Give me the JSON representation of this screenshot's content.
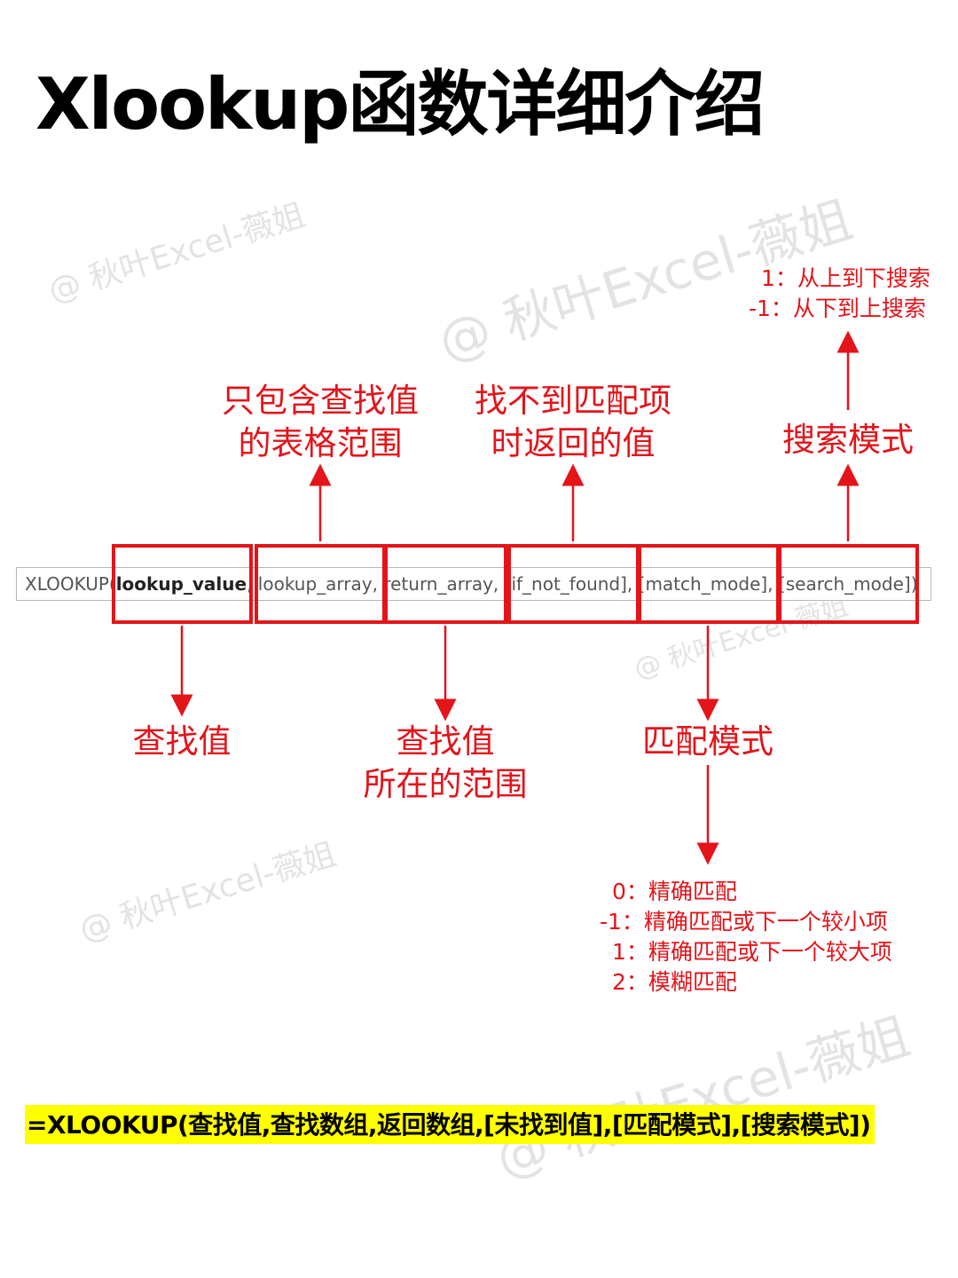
{
  "title": "Xlookup函数详细介绍",
  "watermark": "@ 秋叶Excel-薇姐",
  "formula_bar": {
    "prefix": "XLOOKUP(",
    "lookup_value": "lookup_value",
    "rest": ", lookup_array, return_array, [if_not_found], [match_mode], [search_mode])"
  },
  "labels": {
    "lookup_value": "查找值",
    "lookup_array": [
      "只包含查找值",
      "的表格范围"
    ],
    "return_array": [
      "查找值",
      "所在的范围"
    ],
    "if_not_found": [
      "找不到匹配项",
      "时返回的值"
    ],
    "match_mode": "匹配模式",
    "search_mode": "搜索模式"
  },
  "search_mode_options": [
    "1：从上到下搜索",
    "-1：从下到上搜索"
  ],
  "match_mode_options": [
    "0：精确匹配",
    "-1：精确匹配或下一个较小项",
    "1：精确匹配或下一个较大项",
    "2：模糊匹配"
  ],
  "syntax_summary": "=XLOOKUP(查找值,查找数组,返回数组,[未找到值],[匹配模式],[搜索模式])",
  "accent_color": "#e3141a",
  "highlight_color": "#ffff00"
}
